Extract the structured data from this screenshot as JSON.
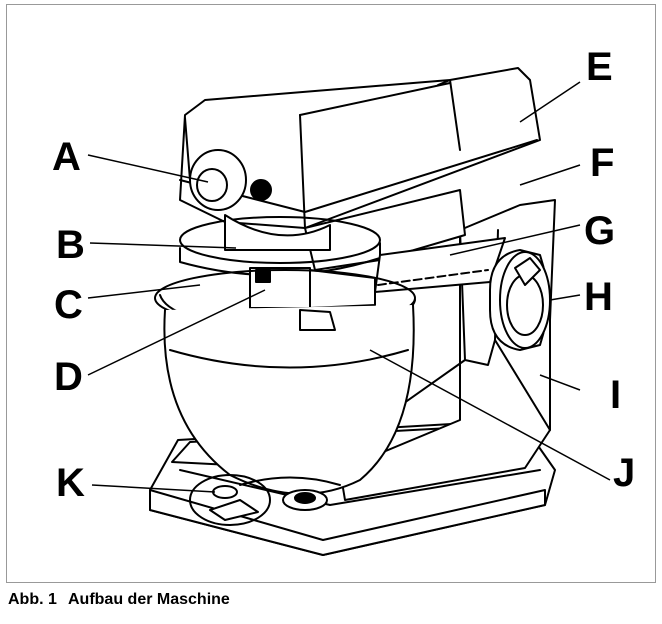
{
  "figure": {
    "labels": {
      "A": "A",
      "B": "B",
      "C": "C",
      "D": "D",
      "E": "E",
      "F": "F",
      "G": "G",
      "H": "H",
      "I": "I",
      "J": "J",
      "K": "K"
    },
    "caption_number": "Abb. 1",
    "caption_text": "Aufbau der Maschine"
  },
  "colors": {
    "line": "#000000",
    "frame": "#999999",
    "background": "#ffffff"
  }
}
